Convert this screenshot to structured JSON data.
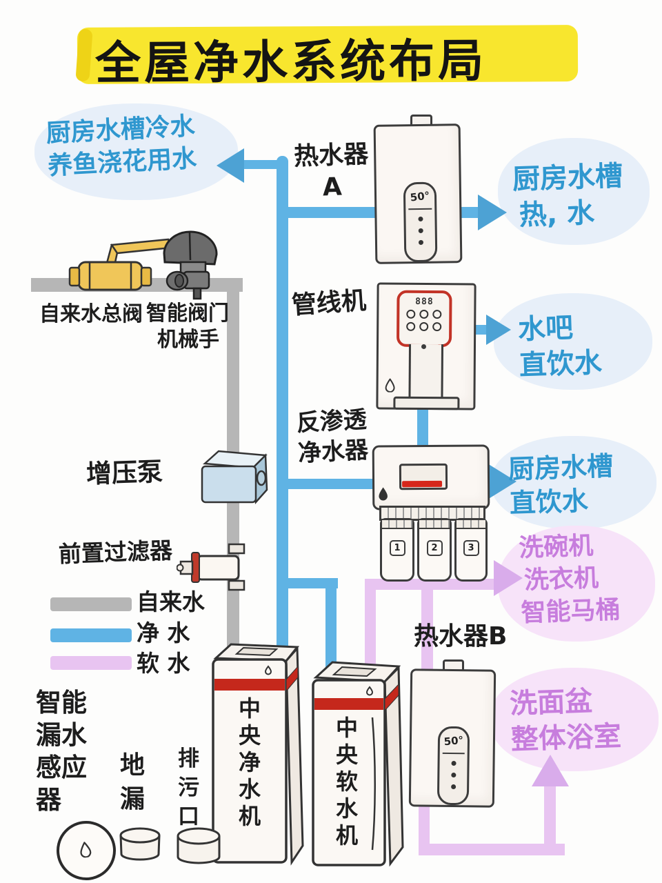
{
  "title": "全屋净水系统布局",
  "colors": {
    "highlight": "#f8e62e",
    "tap_water_pipe": "#b6b6b6",
    "purified_pipe": "#5fb3e4",
    "soft_pipe": "#e8c4f1",
    "blue_note_text": "#2f97cf",
    "pink_note_text": "#c77ddd",
    "red_accent": "#c5281c"
  },
  "legend": {
    "items": [
      {
        "label": "自来水",
        "color": "#b6b6b6"
      },
      {
        "label": "净 水",
        "color": "#5fb3e4"
      },
      {
        "label": "软 水",
        "color": "#e8c4f1"
      }
    ]
  },
  "destinations": {
    "cold_water": {
      "line1": "厨房水槽冷水",
      "line2": "养鱼浇花用水"
    },
    "hot_water": {
      "line1": "厨房水槽",
      "line2": "热, 水"
    },
    "water_bar": {
      "line1": "水吧",
      "line2": "直饮水"
    },
    "drink_water": {
      "line1": "厨房水槽",
      "line2": "直饮水"
    },
    "soft_appliances": {
      "line1": "洗碗机",
      "line2": "洗衣机",
      "line3": "智能马桶"
    },
    "bathroom": {
      "line1": "洗面盆",
      "line2": "整体浴室"
    }
  },
  "appliances": {
    "heater_a": {
      "label": "热水器",
      "sub": "A",
      "display": "50°"
    },
    "heater_b": {
      "label": "热水器B",
      "display": "50°"
    },
    "dispenser": {
      "label": "管线机",
      "display": "888"
    },
    "ro_purifier": {
      "label_line1": "反渗透",
      "label_line2": "净水器",
      "filters": [
        "1",
        "2",
        "3"
      ]
    },
    "main_valve": {
      "label": "自来水总阀"
    },
    "smart_valve": {
      "label_line1": "智能阀门",
      "label_line2": "机械手"
    },
    "booster_pump": {
      "label": "增压泵"
    },
    "prefilter": {
      "label": "前置过滤器"
    },
    "central_purifier": {
      "label": "中央净水机"
    },
    "central_softener": {
      "label": "中央软水机"
    },
    "leak_sensor": {
      "lines": [
        "智能",
        "漏水",
        "感应",
        "器"
      ]
    },
    "floor_drain": {
      "lines": [
        "地",
        "漏"
      ]
    },
    "sewage_outlet": {
      "lines": [
        "排",
        "污",
        "口"
      ]
    }
  }
}
